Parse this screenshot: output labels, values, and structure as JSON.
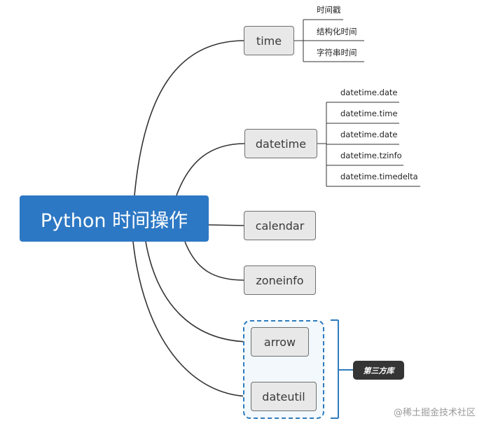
{
  "root": {
    "label": "Python 时间操作"
  },
  "branches": [
    {
      "label": "time",
      "children": [
        "时间戳",
        "结构化时间",
        "字符串时间"
      ]
    },
    {
      "label": "datetime",
      "children": [
        "datetime.date",
        "datetime.time",
        "datetime.date",
        "datetime.tzinfo",
        "datetime.timedelta"
      ]
    },
    {
      "label": "calendar",
      "children": []
    },
    {
      "label": "zoneinfo",
      "children": []
    },
    {
      "label": "arrow",
      "children": []
    },
    {
      "label": "dateutil",
      "children": []
    }
  ],
  "third_party_group": {
    "label": "第三方库"
  },
  "watermark": "@稀土掘金技术社区",
  "colors": {
    "root": "#2d78c4",
    "group_border": "#2f7bbd",
    "tag": "#353535",
    "node_fill": "#e8e8e8"
  }
}
